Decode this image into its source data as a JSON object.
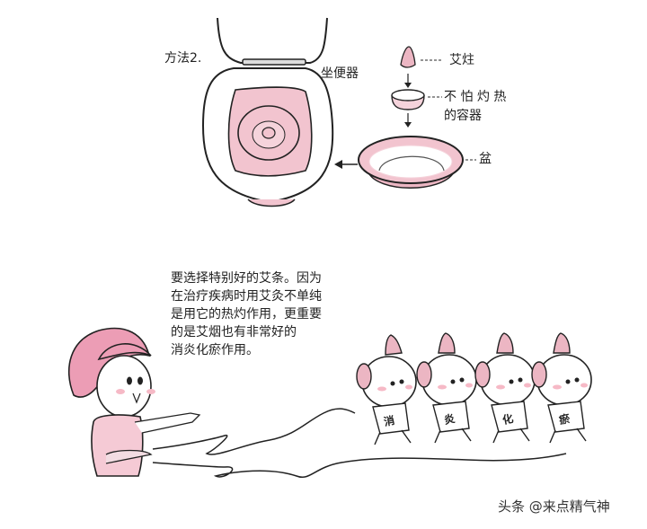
{
  "method_title": "方法2.",
  "labels": {
    "toilet": "坐便器",
    "moxa_cone": "艾炷",
    "heat_container_line1": "不 怕 灼 热",
    "heat_container_line2": "的容器",
    "basin": "盆"
  },
  "paragraph": {
    "lines": [
      "要选择特别好的艾条。因为",
      "在治疗疾病时用艾灸不单纯",
      "是用它的热灼作用，更重要",
      "的是艾烟也有非常好的",
      "消炎化瘀作用。"
    ]
  },
  "runners": {
    "tags": [
      "消",
      "炎",
      "化",
      "瘀"
    ]
  },
  "watermark": "头条 @来点精气神",
  "colors": {
    "pink": "#f2c4cf",
    "pink_dark": "#e59ab0",
    "line": "#222222",
    "blush": "#f6b9c6"
  }
}
